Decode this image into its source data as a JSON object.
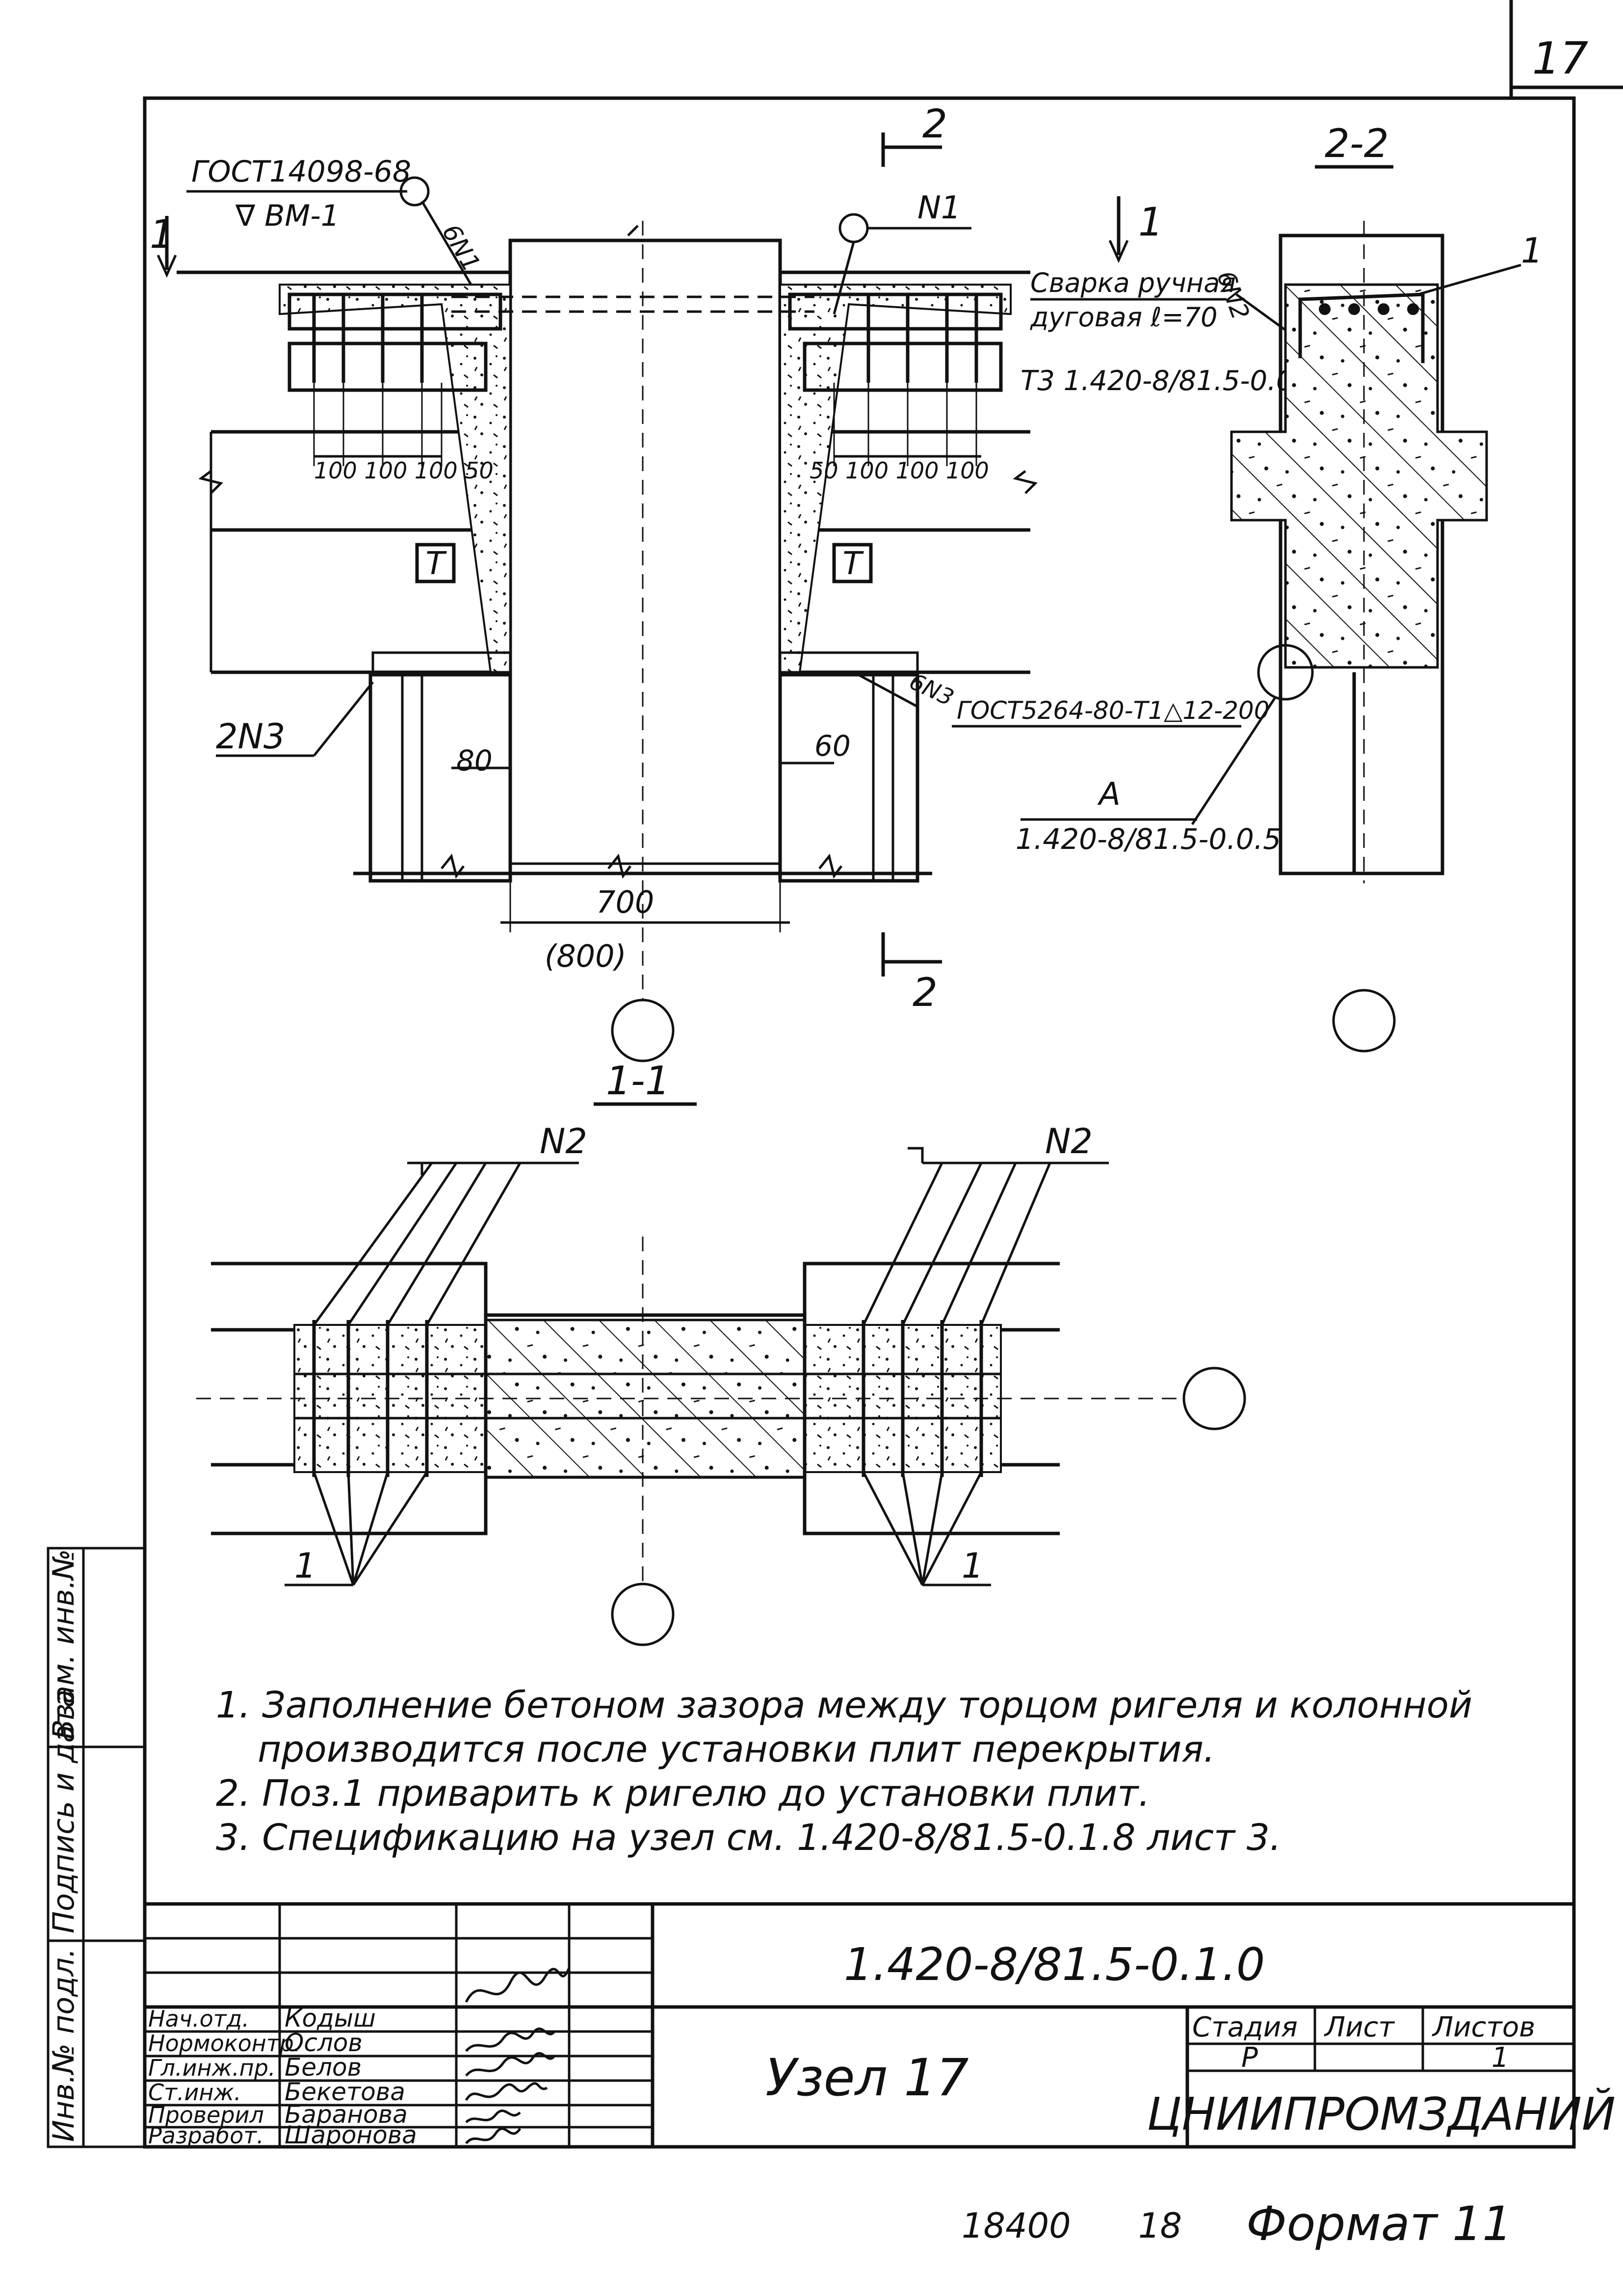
{
  "sheet": {
    "page_number": "17",
    "bottom_ids": {
      "left": "18400",
      "mid": "18"
    },
    "format_label": "Формат 11"
  },
  "views": {
    "elevation": {
      "section_mark_left": "1",
      "section_mark_top": "2",
      "section_mark_right": "1",
      "section_mark_bottom": "2",
      "gost_ref": "ГОСТ14098-68",
      "weld_type": "∇ ВМ-1",
      "pos_6n1": "6N1",
      "pos_n1": "N1",
      "weld_note_line1": "Сварка ручная",
      "weld_note_line2": "дуговая ℓ=70",
      "pos_6n2": "6N2",
      "t3_ref": "Т3 1.420-8/81.5-0.0.5",
      "dims_left": "100 100 100 50",
      "dims_right": "50 100 100 100",
      "t_mark": "Т",
      "pos_2n3": "2N3",
      "pos_6n3": "6N3",
      "gost_bottom": "ГОСТ5264-80-Т1△12-200",
      "dim_80": "80",
      "dim_60": "60",
      "dim_700": "700",
      "dim_800": "(800)"
    },
    "section_22": {
      "title": "2-2",
      "pos_1": "1",
      "detail_a": "А",
      "detail_ref": "1.420-8/81.5-0.0.5"
    },
    "section_11": {
      "title": "1-1",
      "n2_left": "N2",
      "n2_right": "N2",
      "pos1_left": "1",
      "pos1_right": "1"
    }
  },
  "notes": [
    "1. Заполнение бетоном зазора между торцом ригеля и колонной",
    "производится после установки плит перекрытия.",
    "2. Поз.1 приварить к ригелю до установки плит.",
    "3. Спецификацию на узел см. 1.420-8/81.5-0.1.8 лист 3."
  ],
  "side_stamp": [
    "Инв.№ подл.",
    "Подпись и дата",
    "Взам. инв.№"
  ],
  "title_block": {
    "doc_code": "1.420-8/81.5-0.1.0",
    "drawing_title": "Узел 17",
    "organization": "ЦНИИПРОМЗДАНИЙ",
    "stage_header": "Стадия",
    "sheet_header": "Лист",
    "sheets_header": "Листов",
    "stage_value": "Р",
    "sheet_value": "",
    "sheets_value": "1",
    "staff": [
      {
        "role": "Нач.отд.",
        "name": "Кодыш"
      },
      {
        "role": "Нормоконтр.",
        "name": "Ослов"
      },
      {
        "role": "Гл.инж.пр.",
        "name": "Белов"
      },
      {
        "role": "Ст.инж.",
        "name": "Бекетова"
      },
      {
        "role": "Проверил",
        "name": "Баранова"
      },
      {
        "role": "Разработ.",
        "name": "Шаронова"
      }
    ]
  }
}
